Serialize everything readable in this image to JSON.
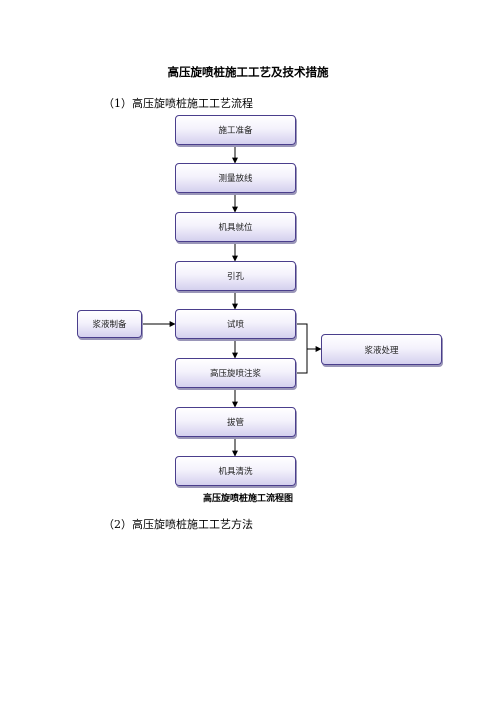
{
  "document": {
    "title": "高压旋喷桩施工工艺及技术措施",
    "section1": "（1）高压旋喷桩施工工艺流程",
    "caption": "高压旋喷桩施工流程图",
    "section2": "（2）高压旋喷桩施工工艺方法"
  },
  "flowchart": {
    "steps": [
      "施工准备",
      "测量放线",
      "机具就位",
      "引孔",
      "试喷",
      "高压旋喷注浆",
      "拔管",
      "机具清洗"
    ],
    "input_node": "浆液制备",
    "output_node": "浆液处理"
  },
  "colors": {
    "box_border": "#4a3e8c",
    "box_fill_top": "#ffffff",
    "box_fill_bottom": "#d4d0ee",
    "line": "#000000"
  }
}
